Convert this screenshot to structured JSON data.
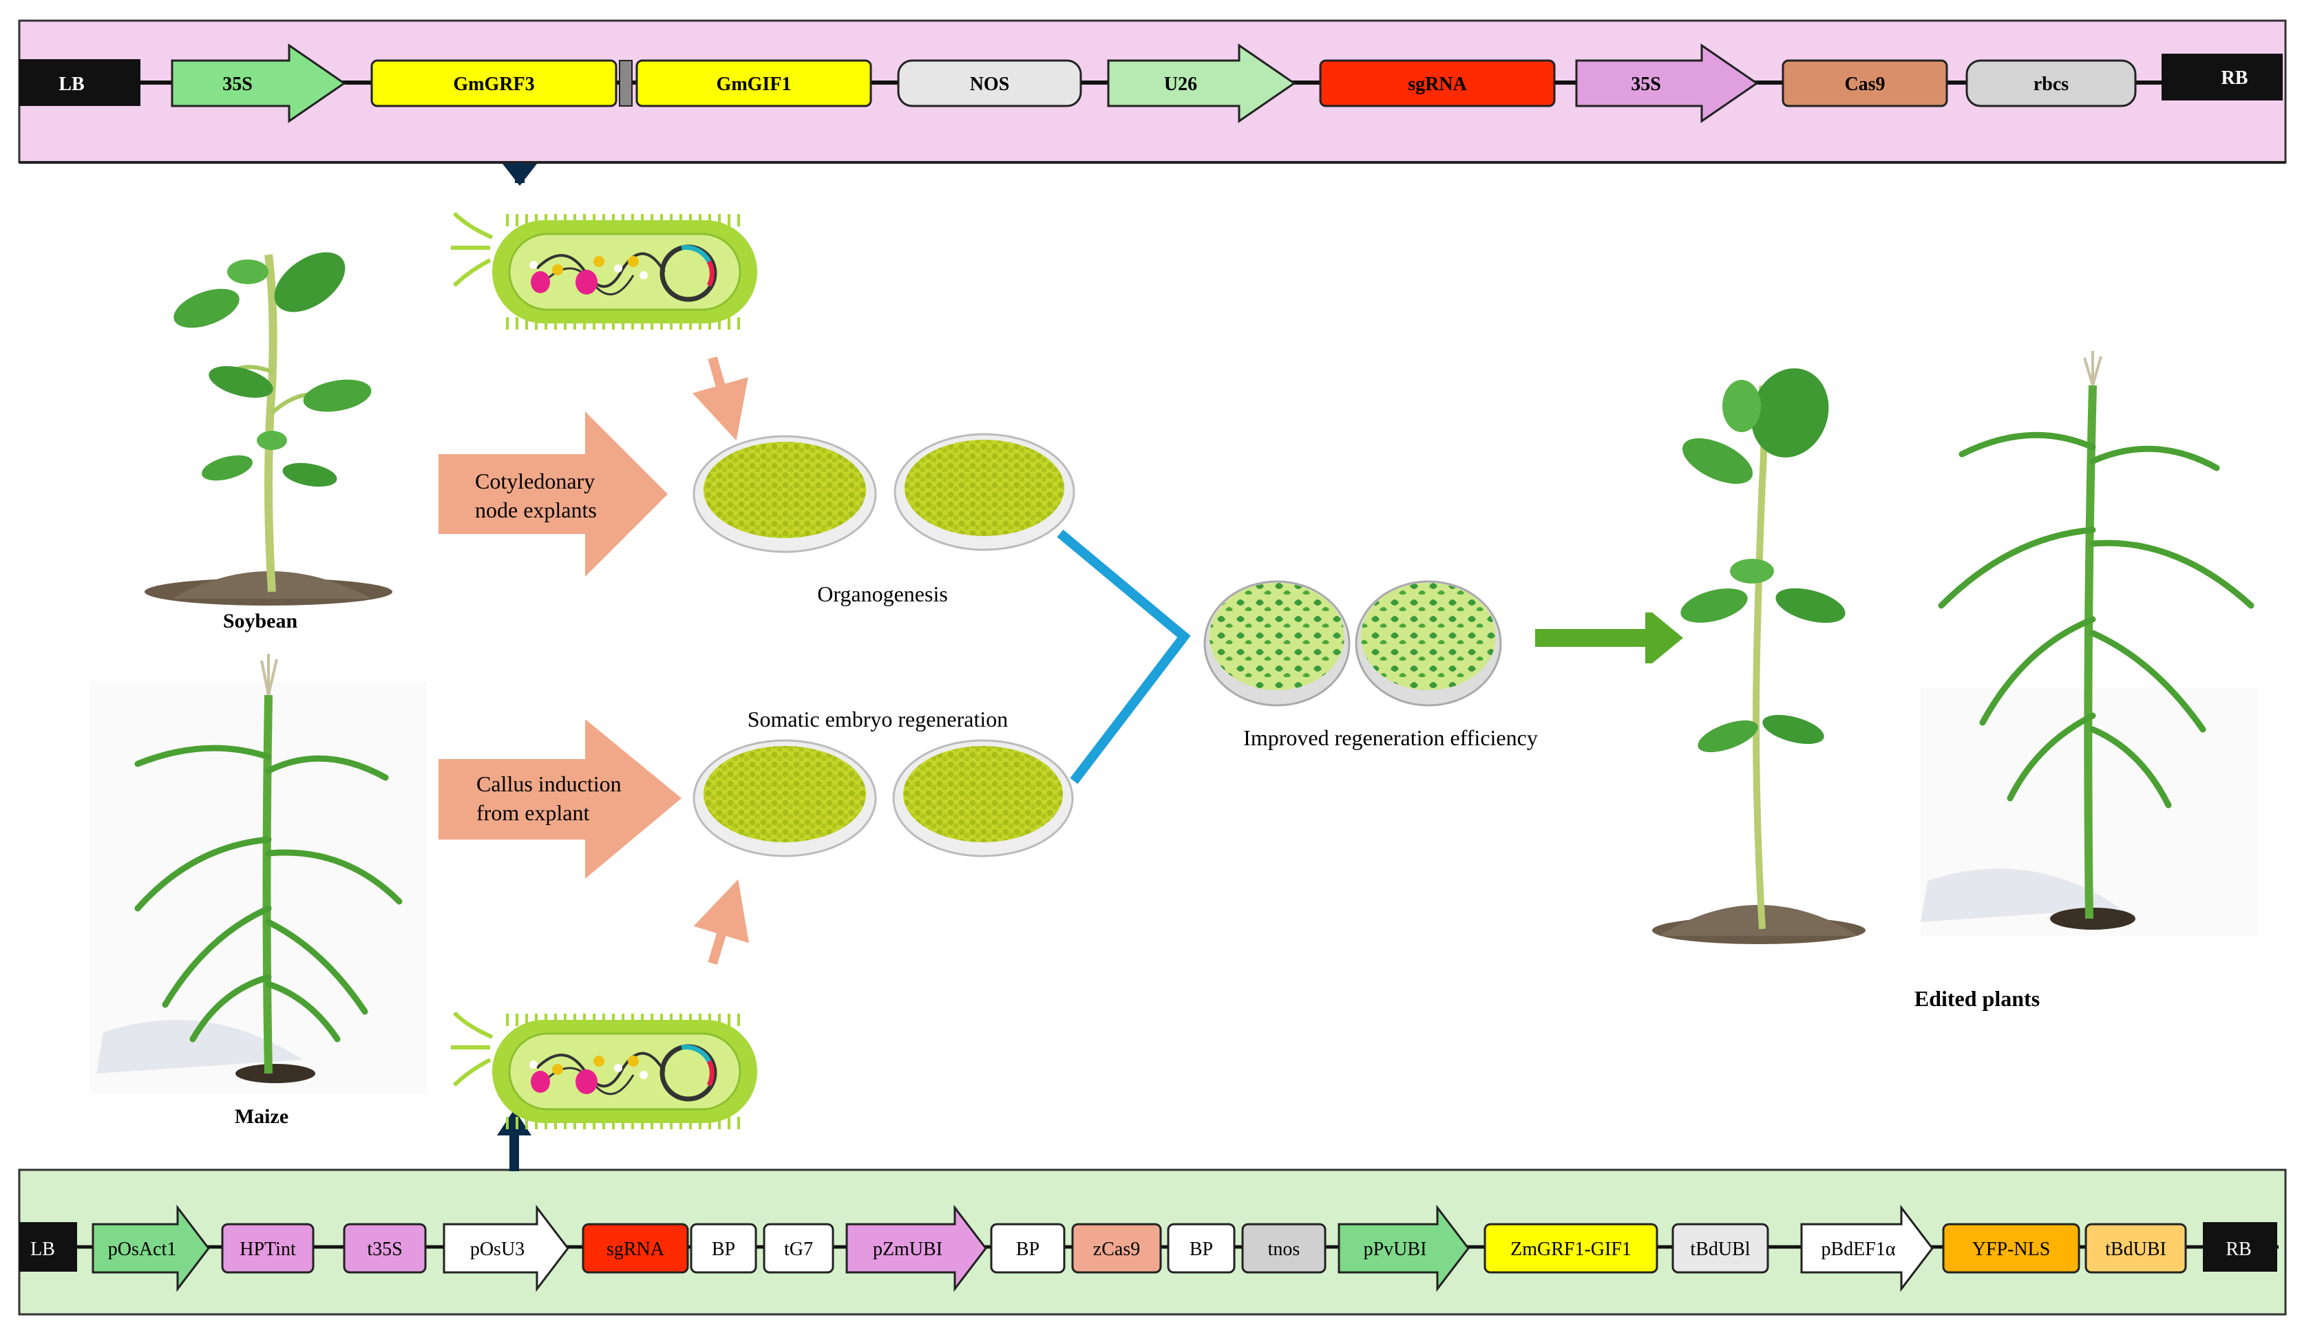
{
  "top_construct": {
    "left_border": "LB",
    "right_border": "RB",
    "elements": [
      {
        "label": "35S",
        "shape": "arrow",
        "color": "#86e28a"
      },
      {
        "label": "GmGRF3",
        "shape": "box",
        "color": "#ffff00"
      },
      {
        "label": "GmGIF1",
        "shape": "box",
        "color": "#ffff00"
      },
      {
        "label": "NOS",
        "shape": "cylinder",
        "color": "#e6e6e6"
      },
      {
        "label": "U26",
        "shape": "arrow",
        "color": "#b6eab2"
      },
      {
        "label": "sgRNA",
        "shape": "box",
        "color": "#ff2a00"
      },
      {
        "label": "35S",
        "shape": "arrow",
        "color": "#e0a0e0"
      },
      {
        "label": "Cas9",
        "shape": "box",
        "color": "#d9906a"
      },
      {
        "label": "rbcs",
        "shape": "cylinder",
        "color": "#d4d4d4"
      }
    ],
    "background": "#f2d0ee"
  },
  "bottom_construct": {
    "left_border": "LB",
    "right_border": "RB",
    "elements": [
      {
        "label": "pOsAct1",
        "shape": "arrow",
        "color": "#7fd98a"
      },
      {
        "label": "HPTint",
        "shape": "box",
        "color": "#e49ae0"
      },
      {
        "label": "t35S",
        "shape": "box",
        "color": "#e49ae0"
      },
      {
        "label": "pOsU3",
        "shape": "arrow",
        "color": "#ffffff"
      },
      {
        "label": "sgRNA",
        "shape": "box",
        "color": "#ff2a00"
      },
      {
        "label": "BP",
        "shape": "box",
        "color": "#ffffff"
      },
      {
        "label": "tG7",
        "shape": "box",
        "color": "#ffffff"
      },
      {
        "label": "pZmUBI",
        "shape": "arrow",
        "color": "#e49ae0"
      },
      {
        "label": "BP",
        "shape": "box",
        "color": "#ffffff"
      },
      {
        "label": "zCas9",
        "shape": "box",
        "color": "#f0a890"
      },
      {
        "label": "BP",
        "shape": "box",
        "color": "#ffffff"
      },
      {
        "label": "tnos",
        "shape": "box",
        "color": "#d0d0d0"
      },
      {
        "label": "pPvUBI",
        "shape": "arrow",
        "color": "#7fd98a"
      },
      {
        "label": "ZmGRF1-GIF1",
        "shape": "box",
        "color": "#ffff00"
      },
      {
        "label": "tBdUBl",
        "shape": "box",
        "color": "#e8e8e8"
      },
      {
        "label": "pBdEF1α",
        "shape": "arrow",
        "color": "#ffffff"
      },
      {
        "label": "YFP-NLS",
        "shape": "box",
        "color": "#ffb300"
      },
      {
        "label": "tBdUBI",
        "shape": "box",
        "color": "#ffcf6a"
      }
    ],
    "background": "#d6f0cc"
  },
  "plants": {
    "soybean_label": "Soybean",
    "maize_label": "Maize",
    "edited_label": "Edited plants"
  },
  "process": {
    "soy_step": [
      "Cotyledonary",
      "node explants"
    ],
    "maize_step": [
      "Callus induction",
      "from explant"
    ],
    "organogenesis": "Organogenesis",
    "somatic": "Somatic embryo regeneration",
    "improved": "Improved regeneration efficiency"
  },
  "colors": {
    "bacterium": "#bde04a",
    "dish_content": "#c8d82a",
    "connector": "#1ea0d8",
    "result_arrow": "#5aaa2a",
    "step_arrow": "#f0a888"
  }
}
